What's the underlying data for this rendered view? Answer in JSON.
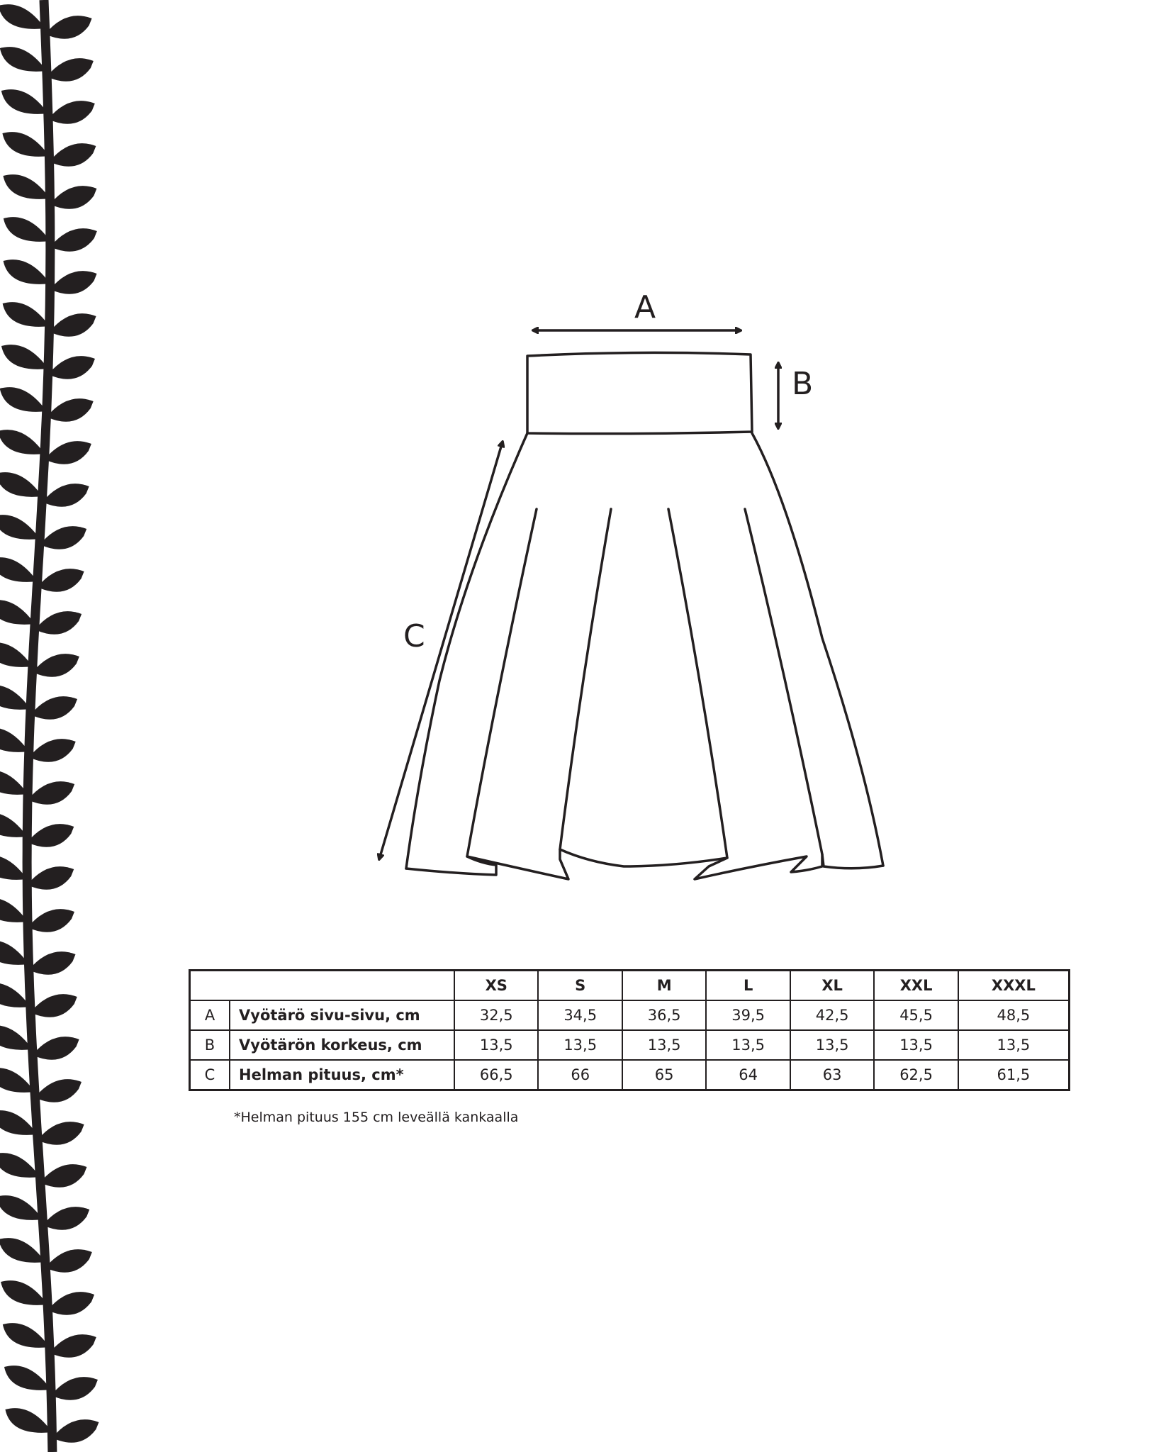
{
  "diagram": {
    "labels": {
      "a": "A",
      "b": "B",
      "c": "C"
    }
  },
  "size_table": {
    "columns": [
      "XS",
      "S",
      "M",
      "L",
      "XL",
      "XXL",
      "XXXL"
    ],
    "rows": [
      {
        "letter": "A",
        "label": "Vyötärö sivu-sivu, cm",
        "values": [
          "32,5",
          "34,5",
          "36,5",
          "39,5",
          "42,5",
          "45,5",
          "48,5"
        ]
      },
      {
        "letter": "B",
        "label": "Vyötärön korkeus, cm",
        "values": [
          "13,5",
          "13,5",
          "13,5",
          "13,5",
          "13,5",
          "13,5",
          "13,5"
        ]
      },
      {
        "letter": "C",
        "label": "Helman pituus, cm*",
        "values": [
          "66,5",
          "66",
          "65",
          "64",
          "63",
          "62,5",
          "61,5"
        ]
      }
    ]
  },
  "footnote": "*Helman pituus 155 cm leveällä kankaalla",
  "colors": {
    "ink": "#231f20",
    "background": "#ffffff"
  }
}
